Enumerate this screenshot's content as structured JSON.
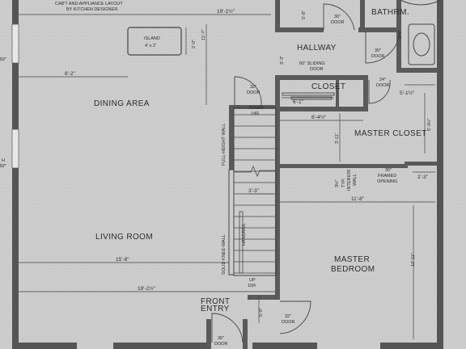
{
  "rooms": {
    "dining": "DINING AREA",
    "living": "LIVING ROOM",
    "master_bedroom_line1": "MASTER",
    "master_bedroom_line2": "BEDROOM",
    "master_closet": "MASTER CLOSET",
    "hallway": "HALLWAY",
    "closet": "CLOSET",
    "bathroom": "BATHRM.",
    "front_entry_line1": "FRONT",
    "front_entry_line2": "ENTRY",
    "island_line1": "ISLAND",
    "island_line2": "4' x 2'"
  },
  "notes": {
    "cabinet_line1": "CAB'T AND APPLIANCE LAYOUT",
    "cabinet_line2": "BY KITCHEN DESIGNER.",
    "full_height_wall": "FULL-HEIGHT WALL",
    "solid_knee_wall": "SOLID KNEE-WALL",
    "handrail": "HANDRAIL",
    "typ_interior_wall_1": "3½\"",
    "typ_interior_wall_2": "TYP.",
    "typ_interior_wall_3": "INTERIOR",
    "typ_interior_wall_4": "WALL",
    "framed_opening_1": "30\"",
    "framed_opening_2": "FRAMED",
    "framed_opening_3": "OPENING",
    "sliding_door_1": "60\" SLIDING",
    "sliding_door_2": "DOOR",
    "down_1": "DOWN",
    "down_2": "14R",
    "up_1": "UP",
    "up_2": "15R"
  },
  "doors": {
    "door_32_top": "32\"",
    "door_30_hall": "30\"",
    "door_30_bath": "30\"",
    "door_24": "24\"",
    "door_32_bottom": "32\"",
    "door_36": "36\"",
    "door_word": "DOOR"
  },
  "dimensions": {
    "top_width": "19'-2½\"",
    "living_width": "19'-2½\"",
    "living_inner": "15'-8\"",
    "dining_left": "8'-2\"",
    "island_gap": "2'-0\"",
    "dining_height": "11'-7\"",
    "hall_vert": "5'-8\"",
    "hall_vert_2": "3'-3\"",
    "closet_width": "6'-1\"",
    "master_closet_width": "6'-4½\"",
    "master_closet_height": "3'-11\"",
    "bath_right": "5'-1½\"",
    "bath_vert": "6'-3½\"",
    "bath_vert_top": "6'-9\"",
    "framed_gap": "2'-3\"",
    "bedroom_width": "11'-8\"",
    "bedroom_height": "12'-11\"",
    "stair_width": "3'-3\"",
    "entry_vert": "5'-0\"",
    "left_edge_1": "82\"",
    "left_edge_2": "82\"",
    "left_edge_3": "H"
  }
}
